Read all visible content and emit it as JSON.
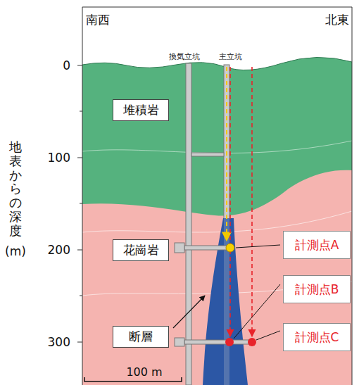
{
  "diagram": {
    "nodes": [
      {
        "text": [
          "堆積岩"
        ]
      },
      {
        "text": [
          "花崗岩"
        ]
      },
      {
        "text": [
          "断層"
        ]
      },
      {
        "text": [
          "計測点A"
        ]
      },
      {
        "text": [
          "計測点B"
        ]
      },
      {
        "text": [
          "計測点C"
        ]
      }
    ],
    "labels": [
      "南西",
      "北東",
      "0",
      "100",
      "200",
      "300",
      "地表からの深度",
      "(m)",
      "換気立坑",
      "主立坑",
      "100 m"
    ]
  }
}
